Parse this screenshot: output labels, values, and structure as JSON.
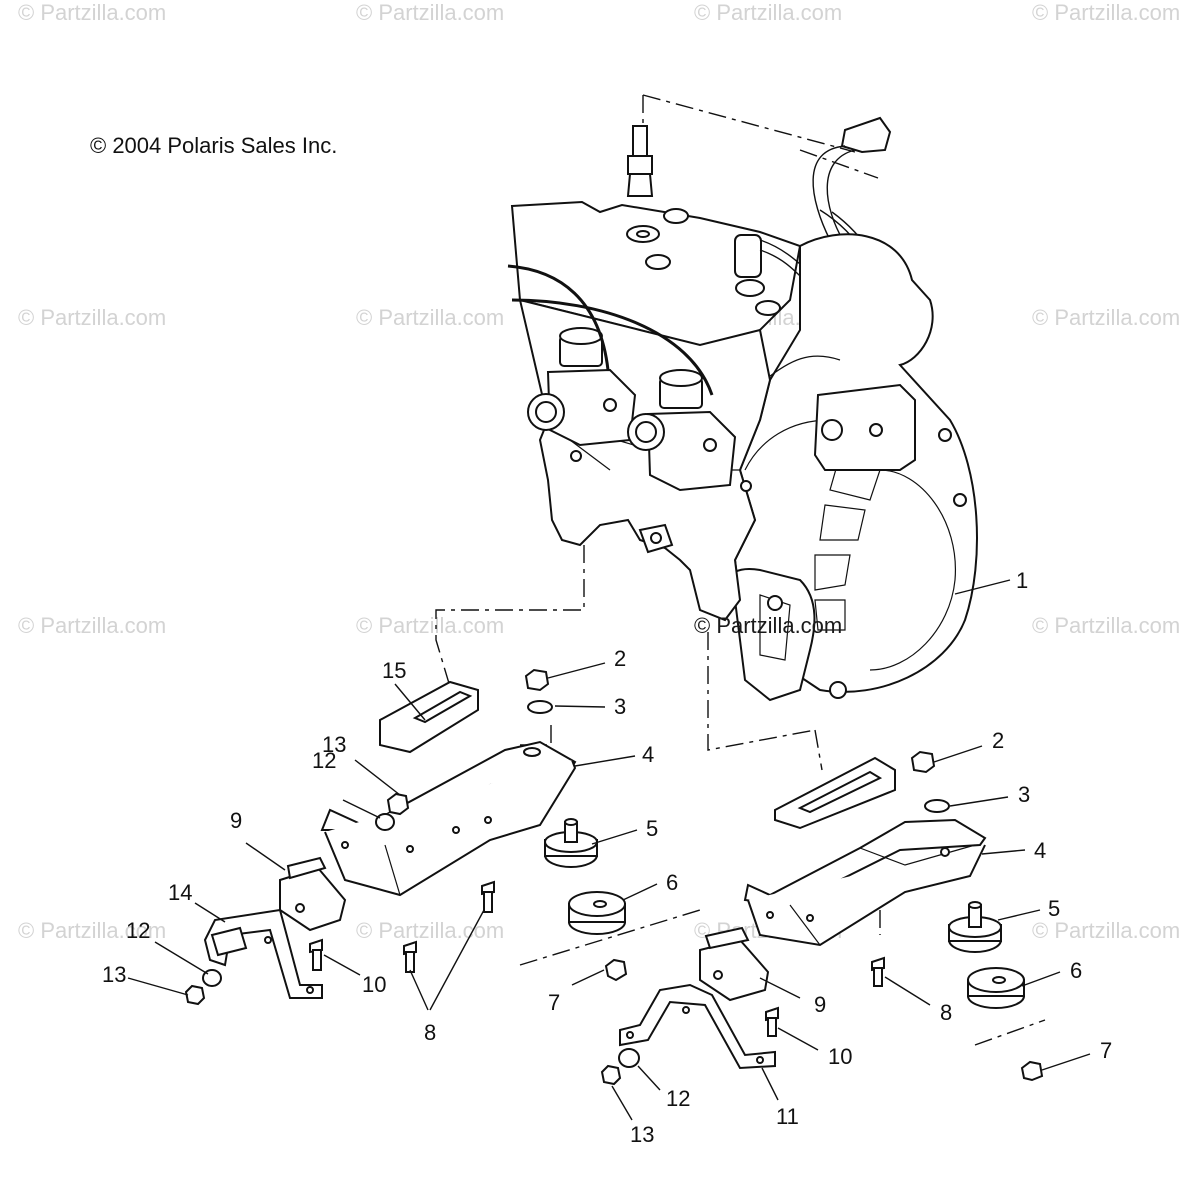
{
  "copyright": "© 2004 Polaris Sales Inc.",
  "watermark_text": "© Partzilla.com",
  "center_watermark_text": "© Partzilla.com",
  "callouts": {
    "c1": "1",
    "c2a": "2",
    "c3a": "3",
    "c4a": "4",
    "c5a": "5",
    "c6a": "6",
    "c7a": "7",
    "c8a": "8",
    "c9a": "9",
    "c10a": "10",
    "c12a": "12",
    "c13a": "13",
    "c14": "14",
    "c15": "15",
    "c2b": "2",
    "c3b": "3",
    "c4b": "4",
    "c5b": "5",
    "c6b": "6",
    "c7b": "7",
    "c8b": "8",
    "c9b": "9",
    "c10b": "10",
    "c11": "11",
    "c12b": "12",
    "c13b": "13",
    "c12c": "12",
    "c13c": "13"
  }
}
